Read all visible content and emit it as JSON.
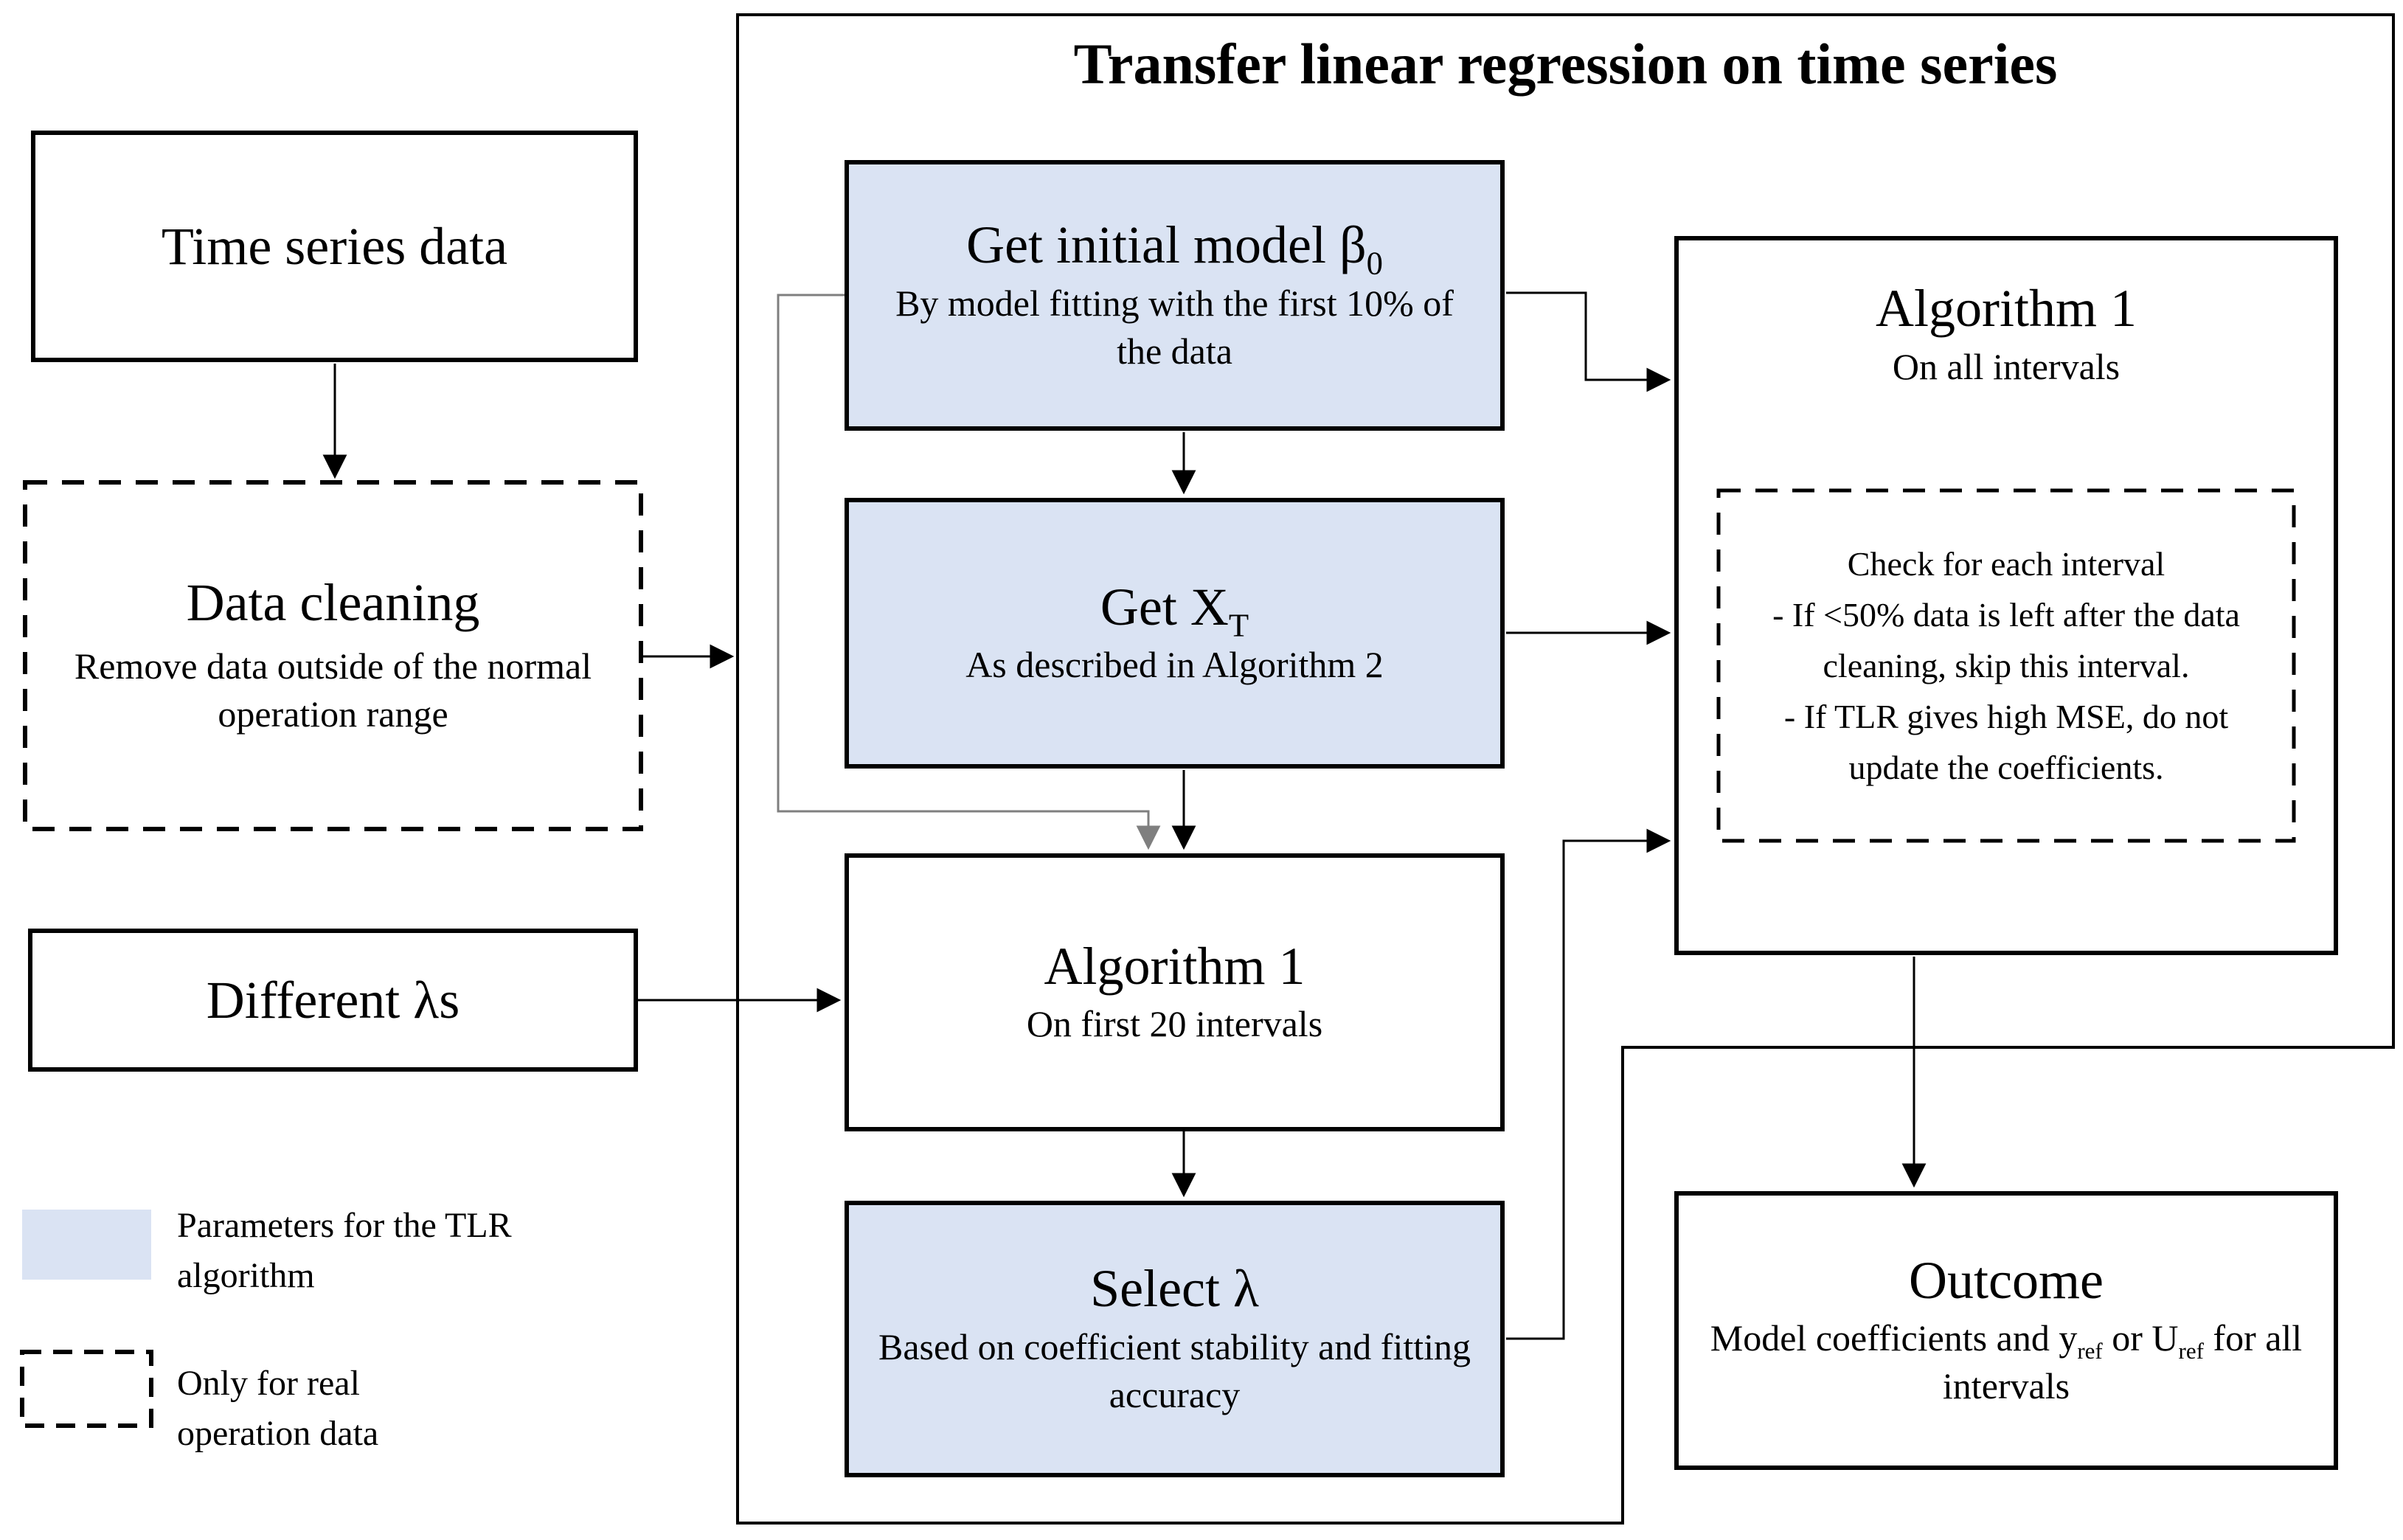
{
  "diagram": {
    "title": "Transfer linear regression on time series",
    "colors": {
      "param_fill": "#dae3f3",
      "line": "#000000",
      "loop_line": "#7f7f7f",
      "background": "#ffffff"
    },
    "legend": {
      "param_label": "Parameters for the TLR algorithm",
      "dashed_label": "Only for real operation data"
    },
    "nodes": {
      "time_series": {
        "label": "Time series data"
      },
      "data_cleaning": {
        "title": "Data cleaning",
        "subtitle": "Remove data outside of the normal operation range"
      },
      "different_lambdas": {
        "label": "Different λs"
      },
      "get_initial_model": {
        "title_pre": "Get initial model β",
        "title_sub": "0",
        "subtitle": "By model fitting with the first 10% of the data"
      },
      "get_xt": {
        "title_pre": "Get X",
        "title_sub": "T",
        "subtitle": "As described in Algorithm 2"
      },
      "algorithm1_first": {
        "title": "Algorithm 1",
        "subtitle": "On first 20 intervals"
      },
      "select_lambda": {
        "title": "Select λ",
        "subtitle": "Based on coefficient stability and fitting accuracy"
      },
      "algorithm1_all": {
        "title": "Algorithm 1",
        "subtitle": "On all intervals",
        "note": {
          "heading": "Check for each interval",
          "items": [
            "- If <50% data is left after the data cleaning, skip this interval.",
            "- If TLR gives high MSE, do not update the coefficients."
          ]
        }
      },
      "outcome": {
        "title": "Outcome",
        "subtitle_pre": "Model coefficients and y",
        "subtitle_sub1": "ref",
        "subtitle_mid": " or U",
        "subtitle_sub2": "ref",
        "subtitle_post": " for all intervals"
      }
    }
  }
}
